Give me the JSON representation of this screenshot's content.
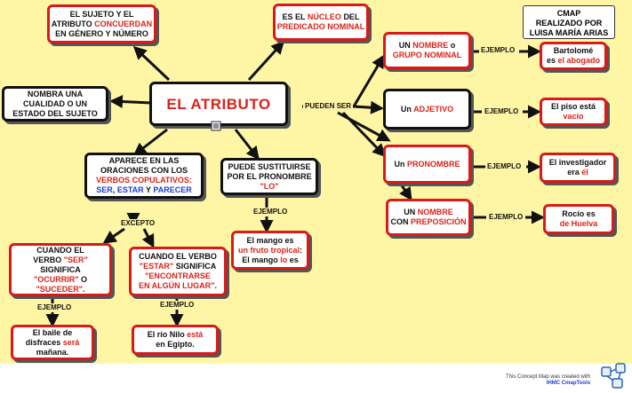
{
  "cmap_credit": [
    "CMAP",
    "REALIZADO POR",
    "LUISA MARÍA ARIAS"
  ],
  "main": "EL ATRIBUTO",
  "n_concordancia": [
    "EL SUJETO Y EL",
    "ATRIBUTO",
    "CONCUERDAN",
    "EN GÉNERO Y NÚMERO"
  ],
  "n_nucleo": [
    "ES EL",
    "NÚCLEO",
    "DEL",
    "PREDICADO NOMINAL"
  ],
  "n_nombra": [
    "NOMBRA UNA",
    "CUALIDAD O UN",
    "ESTADO DEL SUJETO"
  ],
  "n_copulativos": [
    "APARECE EN LAS",
    "ORACIONES CON LOS",
    "VERBOS COPULATIVOS:",
    "SER",
    ",",
    "ESTAR",
    "Y",
    "PARECER"
  ],
  "n_sustituir": [
    "PUEDE SUSTITUIRSE",
    "POR EL PRONOMBRE",
    "\"LO\""
  ],
  "n_ser": [
    "CUANDO EL",
    "VERBO",
    "\"SER\"",
    "SIGNIFICA",
    "\"OCURRIR\"",
    "O",
    "\"SUCEDER\"",
    "."
  ],
  "n_estar": [
    "CUANDO EL VERBO",
    "\"ESTAR\"",
    "SIGNIFICA",
    "\"ENCONTRARSE",
    "EN ALGÚN LUGAR\"",
    "."
  ],
  "n_baile": [
    "El baile de",
    "disfraces",
    "será",
    "mañana."
  ],
  "n_nilo": [
    "El río Nilo",
    "está",
    "en Egipto."
  ],
  "n_mango": [
    "El mango es",
    "un fruto tropical",
    ":",
    "El mango",
    "lo",
    "es"
  ],
  "n_nombre": [
    "UN",
    "NOMBRE",
    "o",
    "GRUPO NOMINAL"
  ],
  "n_adjetivo": [
    "Un",
    "ADJETIVO"
  ],
  "n_pronombre": [
    "Un",
    "PRONOMBRE"
  ],
  "n_prep": [
    "UN",
    "NOMBRE",
    "CON",
    "PREPOSICIÓN"
  ],
  "e_bartolome": [
    "Bartolomé",
    "es",
    "el abogado"
  ],
  "e_piso": [
    "El piso está",
    "vacío"
  ],
  "e_investigador": [
    "El investigador",
    "era",
    "él"
  ],
  "e_rocio": [
    "Rocío es",
    "de Huelva"
  ],
  "links": {
    "pueden_ser": "PUEDEN SER",
    "ejemplo": "EJEMPLO",
    "excepto": "EXCEPTO"
  },
  "footer": {
    "line1": "This Concept Map was created with",
    "line2": "IHMC CmapTools"
  },
  "colors": {
    "background": "#fff6a5",
    "accent_red": "#d9231a",
    "accent_blue": "#1c3fd0"
  }
}
